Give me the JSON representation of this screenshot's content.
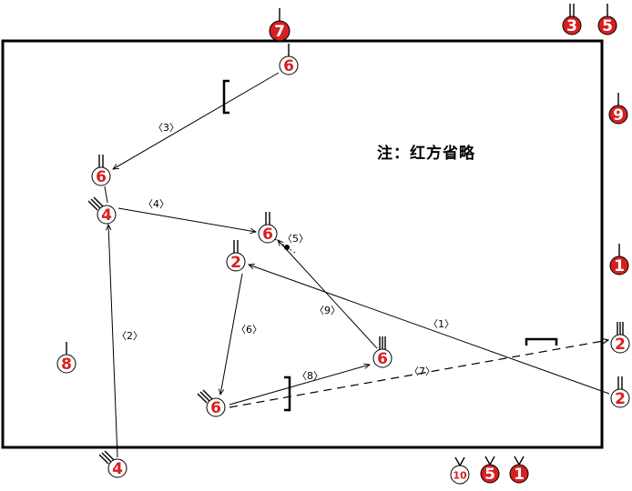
{
  "note": "注：红方省略",
  "players": [
    {
      "number": "7",
      "team": "blue",
      "style": "filled"
    },
    {
      "number": "6",
      "team": "blue",
      "style": "outline"
    },
    {
      "number": "3",
      "team": "blue",
      "style": "filled"
    },
    {
      "number": "5",
      "team": "blue",
      "style": "filled"
    },
    {
      "number": "9",
      "team": "blue",
      "style": "filled"
    },
    {
      "number": "6",
      "team": "blue",
      "style": "outline"
    },
    {
      "number": "4",
      "team": "blue",
      "style": "outline"
    },
    {
      "number": "6",
      "team": "blue",
      "style": "outline"
    },
    {
      "number": "2",
      "team": "blue",
      "style": "outline"
    },
    {
      "number": "1",
      "team": "blue",
      "style": "filled"
    },
    {
      "number": "8",
      "team": "blue",
      "style": "outline"
    },
    {
      "number": "6",
      "team": "blue",
      "style": "outline"
    },
    {
      "number": "2",
      "team": "blue",
      "style": "outline"
    },
    {
      "number": "6",
      "team": "blue",
      "style": "outline"
    },
    {
      "number": "2",
      "team": "blue",
      "style": "outline"
    },
    {
      "number": "4",
      "team": "blue",
      "style": "outline"
    },
    {
      "number": "10",
      "team": "blue",
      "style": "outline"
    },
    {
      "number": "5",
      "team": "blue",
      "style": "filled"
    },
    {
      "number": "1",
      "team": "blue",
      "style": "filled"
    }
  ],
  "passes": [
    {
      "label": "〈1〉",
      "type": "solid"
    },
    {
      "label": "〈2〉",
      "type": "solid"
    },
    {
      "label": "〈3〉",
      "type": "solid"
    },
    {
      "label": "〈4〉",
      "type": "solid"
    },
    {
      "label": "〈5〉",
      "type": "dribble"
    },
    {
      "label": "〈6〉",
      "type": "solid"
    },
    {
      "label": "〈7〉",
      "type": "dashed"
    },
    {
      "label": "〈8〉",
      "type": "solid"
    },
    {
      "label": "〈9〉",
      "type": "solid"
    }
  ],
  "colors": {
    "red": "#d81f1f",
    "line": "#000000",
    "background": "#ffffff"
  }
}
